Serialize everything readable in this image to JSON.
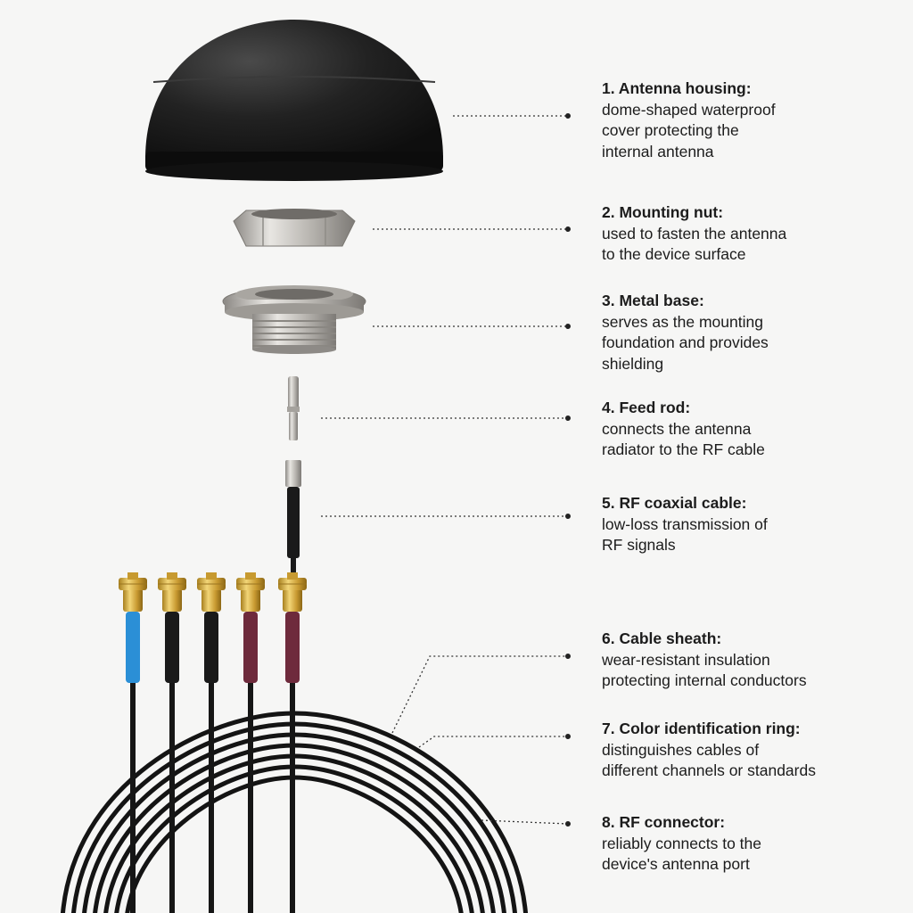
{
  "callouts": [
    {
      "title": "1. Antenna housing:",
      "desc": "dome-shaped waterproof\ncover protecting the\ninternal antenna"
    },
    {
      "title": "2. Mounting nut:",
      "desc": "used to fasten the antenna\nto the device surface"
    },
    {
      "title": "3. Metal base:",
      "desc": "serves as the mounting\nfoundation and provides\nshielding"
    },
    {
      "title": "4. Feed rod:",
      "desc": "connects the antenna\nradiator to the RF cable"
    },
    {
      "title": "5. RF coaxial cable:",
      "desc": "low-loss transmission of\nRF signals"
    },
    {
      "title": "6. Cable sheath:",
      "desc": "wear-resistant insulation\nprotecting internal conductors"
    },
    {
      "title": "7. Color identification ring:",
      "desc": "distinguishes cables of\ndifferent channels or standards"
    },
    {
      "title": "8. RF connector:",
      "desc": "reliably connects to the\ndevice's antenna port"
    }
  ],
  "colors": {
    "background": "#f6f6f5",
    "housing": "#1b1b1b",
    "metal": "#c9c6c1",
    "gold": "#d9b34a",
    "cable": "#161616",
    "ring_blue": "#2b8fd6",
    "ring_black": "#1a1a1a",
    "ring_maroon": "#6e2a3c"
  },
  "connector_rings": [
    "ring_blue",
    "ring_black",
    "ring_black",
    "ring_maroon",
    "ring_maroon"
  ]
}
